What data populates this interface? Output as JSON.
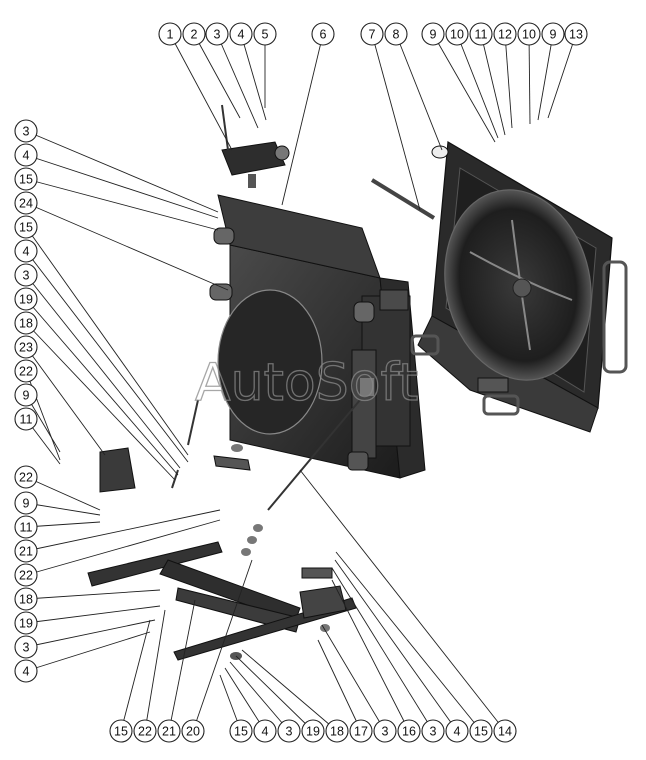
{
  "watermark": "AutoSoft",
  "callouts_top": [
    "1",
    "2",
    "3",
    "4",
    "5",
    "6",
    "7",
    "8",
    "9",
    "10",
    "11",
    "12",
    "10",
    "9",
    "13"
  ],
  "callouts_left": [
    "3",
    "4",
    "15",
    "24",
    "15",
    "4",
    "3",
    "19",
    "18",
    "23",
    "22",
    "9",
    "11",
    "22",
    "9",
    "11",
    "21",
    "22",
    "18",
    "19",
    "3",
    "4"
  ],
  "callouts_bottom": [
    "15",
    "22",
    "21",
    "20",
    "15",
    "4",
    "3",
    "19",
    "18",
    "17",
    "3",
    "16",
    "3",
    "4",
    "15",
    "14"
  ],
  "colors": {
    "line": "#222222",
    "part_dark": "#2a2a2a",
    "part_mid": "#555555",
    "watermark": "#8a8a8a"
  }
}
